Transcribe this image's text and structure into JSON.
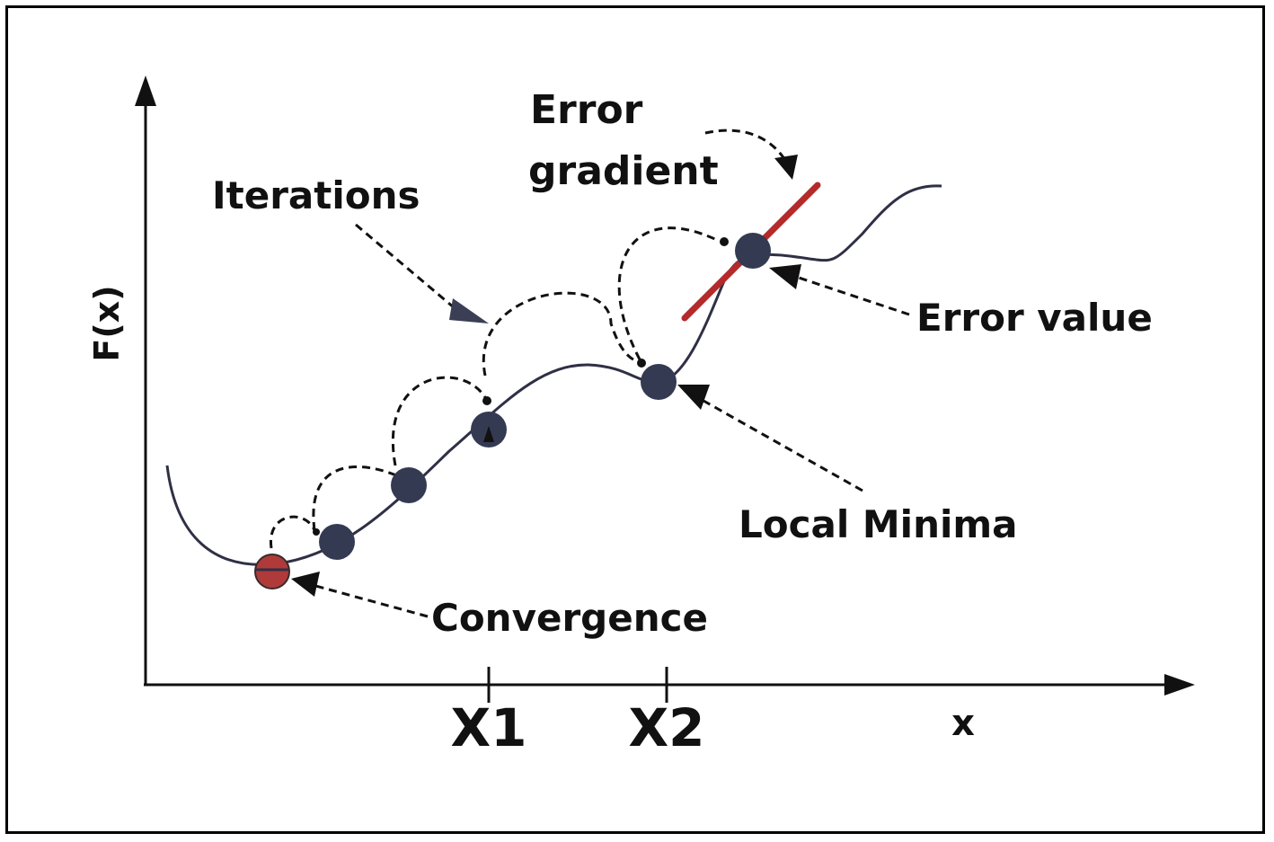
{
  "labels": {
    "y_axis": "F(x)",
    "x_axis": "x",
    "tick_x1": "X1",
    "tick_x2": "X2",
    "error_gradient_line1": "Error",
    "error_gradient_line2": "gradient",
    "iterations": "Iterations",
    "error_value": "Error value",
    "local_minima": "Local Minima",
    "convergence": "Convergence"
  },
  "colors": {
    "curve": "#2f3045",
    "point": "#343a52",
    "convergence_point": "#b03a3a",
    "gradient_line": "#b52a2a",
    "arrow": "#3a3f55"
  }
}
